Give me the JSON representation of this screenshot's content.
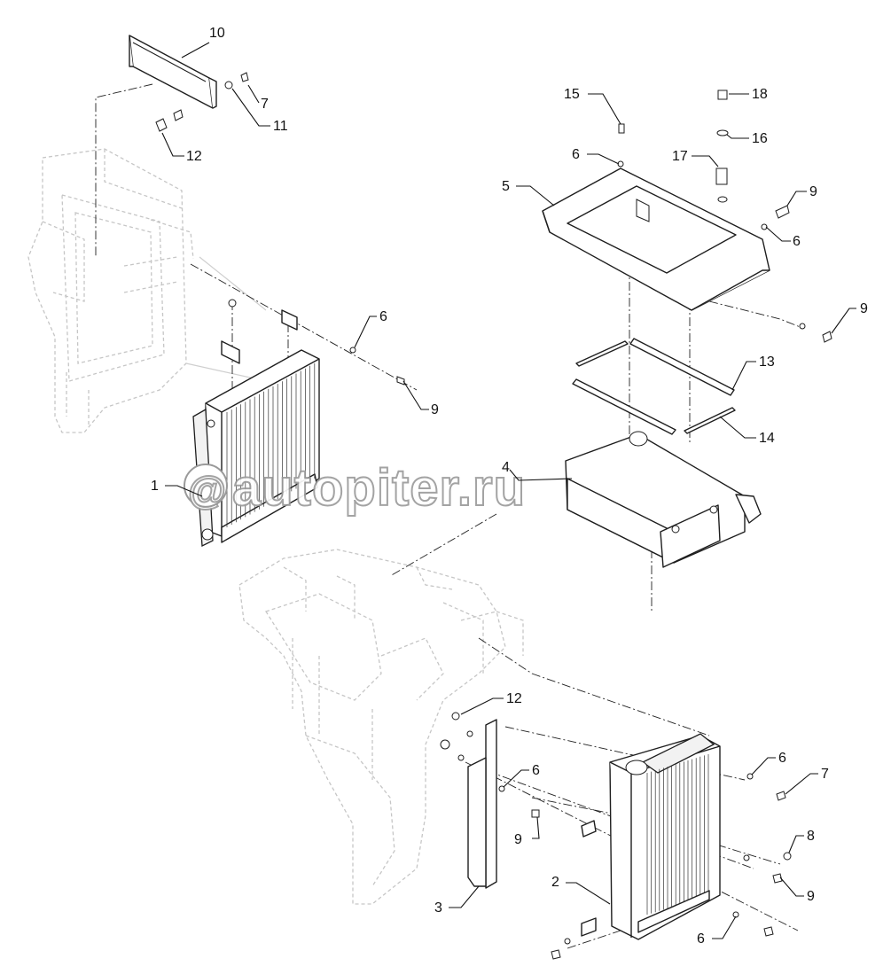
{
  "diagram": {
    "callouts": [
      {
        "id": "c1",
        "label": "1"
      },
      {
        "id": "c2",
        "label": "2"
      },
      {
        "id": "c3",
        "label": "3"
      },
      {
        "id": "c4",
        "label": "4"
      },
      {
        "id": "c5",
        "label": "5"
      },
      {
        "id": "c6a",
        "label": "6"
      },
      {
        "id": "c6b",
        "label": "6"
      },
      {
        "id": "c6c",
        "label": "6"
      },
      {
        "id": "c6d",
        "label": "6"
      },
      {
        "id": "c6e",
        "label": "6"
      },
      {
        "id": "c6f",
        "label": "6"
      },
      {
        "id": "c7a",
        "label": "7"
      },
      {
        "id": "c7b",
        "label": "7"
      },
      {
        "id": "c8",
        "label": "8"
      },
      {
        "id": "c9a",
        "label": "9"
      },
      {
        "id": "c9b",
        "label": "9"
      },
      {
        "id": "c9c",
        "label": "9"
      },
      {
        "id": "c9d",
        "label": "9"
      },
      {
        "id": "c9e",
        "label": "9"
      },
      {
        "id": "c10",
        "label": "10"
      },
      {
        "id": "c11",
        "label": "11"
      },
      {
        "id": "c12a",
        "label": "12"
      },
      {
        "id": "c12b",
        "label": "12"
      },
      {
        "id": "c13",
        "label": "13"
      },
      {
        "id": "c14",
        "label": "14"
      },
      {
        "id": "c15",
        "label": "15"
      },
      {
        "id": "c16",
        "label": "16"
      },
      {
        "id": "c17",
        "label": "17"
      },
      {
        "id": "c18",
        "label": "18"
      }
    ]
  },
  "watermark": {
    "text": "autopiter.ru"
  }
}
